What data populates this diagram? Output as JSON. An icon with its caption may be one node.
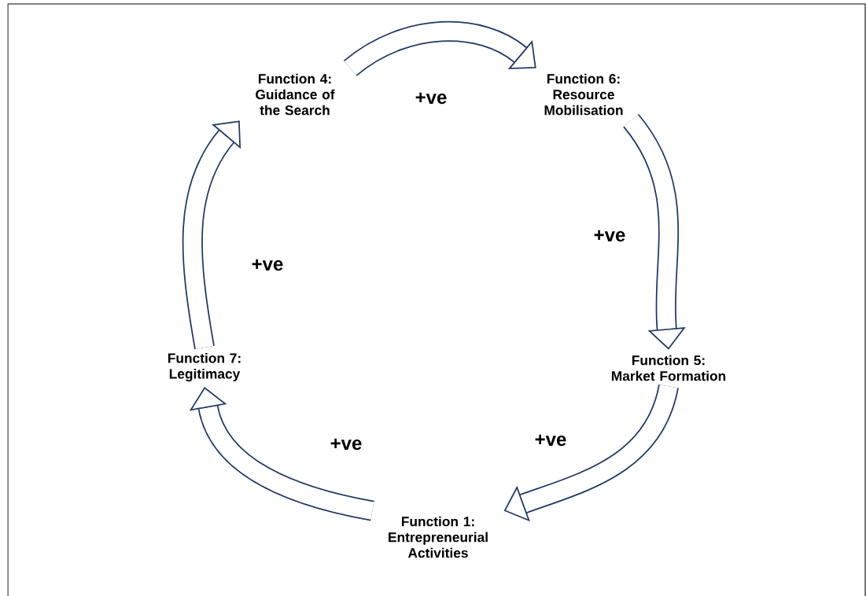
{
  "diagram": {
    "nodes": [
      {
        "text": [
          "Function 4: Guidance of the Search"
        ]
      },
      {
        "text": [
          "Function 6: Resource Mobilisation"
        ]
      },
      {
        "text": [
          "Function 7: Legitimacy"
        ]
      },
      {
        "text": [
          "Function 5: Market Formation"
        ]
      },
      {
        "text": [
          "Function 1: Entrepreneurial Activities"
        ]
      }
    ],
    "edges": [
      {
        "from": 0,
        "to": 1,
        "arrow": "to",
        "label": "+ve"
      },
      {
        "from": 1,
        "to": 3,
        "arrow": "to",
        "label": "+ve"
      },
      {
        "from": 3,
        "to": 4,
        "arrow": "to",
        "label": "+ve"
      },
      {
        "from": 4,
        "to": 2,
        "arrow": "to",
        "label": "+ve"
      },
      {
        "from": 2,
        "to": 0,
        "arrow": "to",
        "label": "+ve"
      }
    ]
  }
}
